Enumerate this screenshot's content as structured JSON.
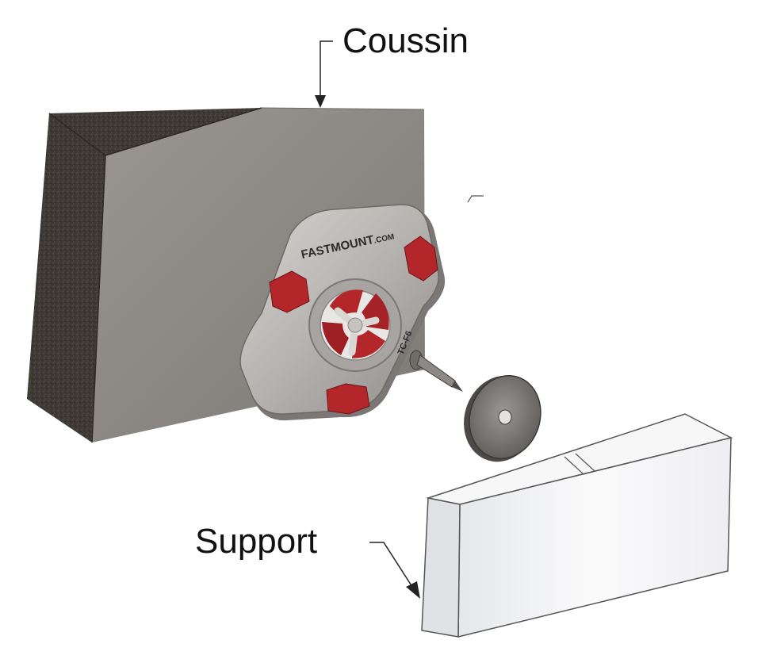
{
  "labels": {
    "cushion": "Coussin",
    "support": "Support"
  },
  "clip": {
    "brand": "FASTMOUNT.COM",
    "brand_main": "FASTMOUNT",
    "brand_suffix": ".COM",
    "model": "TC-F6"
  },
  "colors": {
    "foam": "#3e3934",
    "cushion_face": "#8c8884",
    "clip_metal": "#b9b7b4",
    "clip_red": "#b3262a",
    "support": "#f2f2f4",
    "ink": "#111111"
  },
  "icons": {
    "arrow": "leader-arrow",
    "pin": "screw-pin",
    "disc": "washer-disc"
  }
}
